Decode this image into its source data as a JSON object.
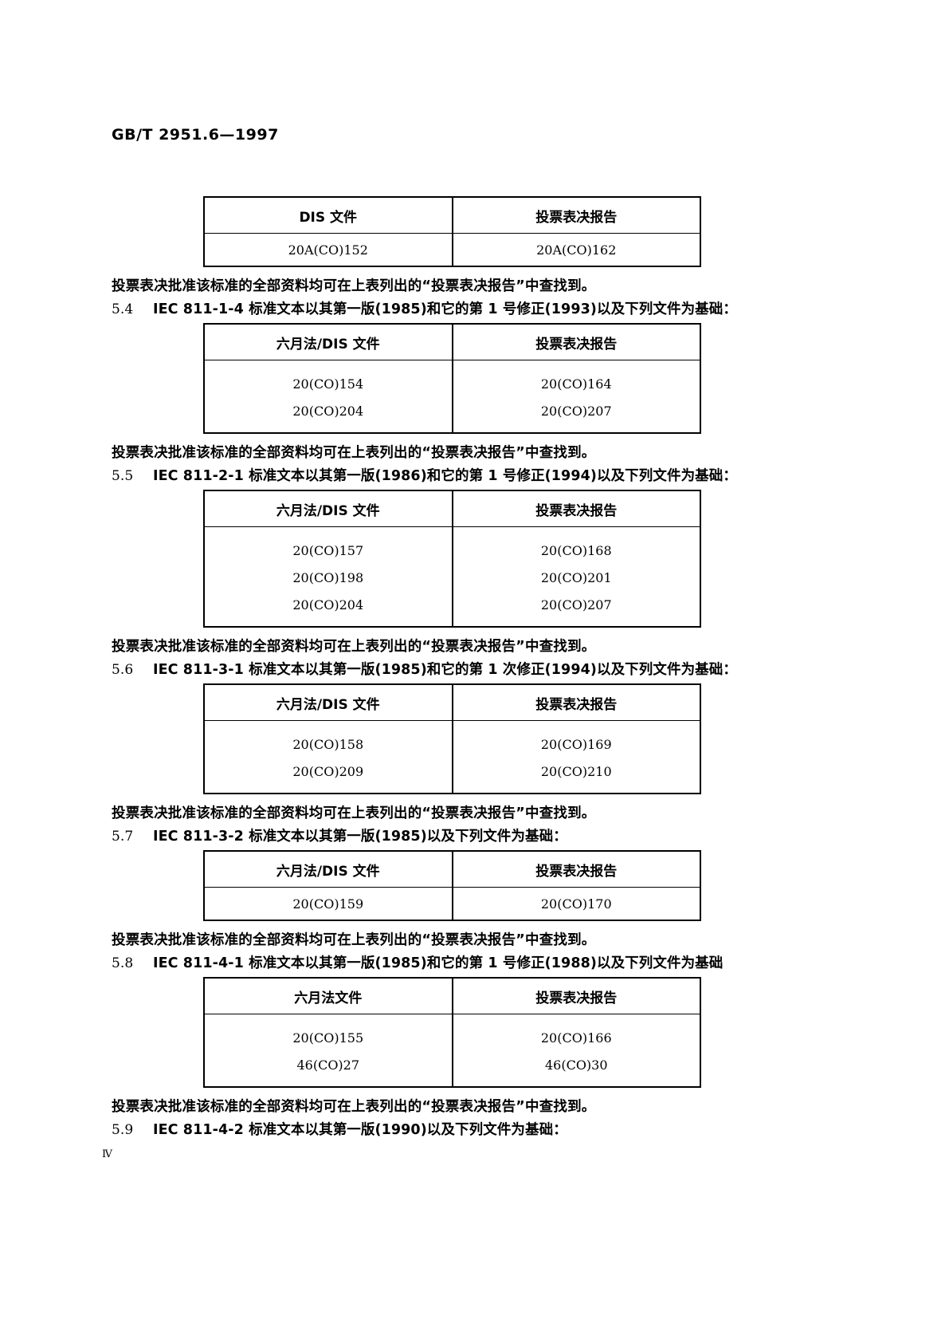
{
  "header": {
    "standard_number": "GB/T 2951.6—1997"
  },
  "footer": {
    "page_number": "Ⅳ"
  },
  "note_text": "投票表决批准该标准的全部资料均可在上表列出的“投票表决报告”中查找到。",
  "blocks": [
    {
      "table": {
        "headers": [
          "DIS 文件",
          "投票表决报告"
        ],
        "rows": [
          [
            "20A(CO)152",
            "20A(CO)162"
          ]
        ],
        "compact": true
      },
      "note": "投票表决批准该标准的全部资料均可在上表列出的“投票表决报告”中查找到。",
      "clause": {
        "number": "5.4",
        "text": "IEC 811-1-4 标准文本以其第一版(1985)和它的第 1 号修正(1993)以及下列文件为基础："
      }
    },
    {
      "table": {
        "headers": [
          "六月法/DIS 文件",
          "投票表决报告"
        ],
        "rows": [
          [
            "20(CO)154",
            "20(CO)164"
          ],
          [
            "20(CO)204",
            "20(CO)207"
          ]
        ],
        "compact": false
      },
      "note": "投票表决批准该标准的全部资料均可在上表列出的“投票表决报告”中查找到。",
      "clause": {
        "number": "5.5",
        "text": "IEC 811-2-1 标准文本以其第一版(1986)和它的第 1 号修正(1994)以及下列文件为基础："
      }
    },
    {
      "table": {
        "headers": [
          "六月法/DIS 文件",
          "投票表决报告"
        ],
        "rows": [
          [
            "20(CO)157",
            "20(CO)168"
          ],
          [
            "20(CO)198",
            "20(CO)201"
          ],
          [
            "20(CO)204",
            "20(CO)207"
          ]
        ],
        "compact": false
      },
      "note": "投票表决批准该标准的全部资料均可在上表列出的“投票表决报告”中查找到。",
      "clause": {
        "number": "5.6",
        "text": "IEC 811-3-1 标准文本以其第一版(1985)和它的第 1 次修正(1994)以及下列文件为基础："
      }
    },
    {
      "table": {
        "headers": [
          "六月法/DIS 文件",
          "投票表决报告"
        ],
        "rows": [
          [
            "20(CO)158",
            "20(CO)169"
          ],
          [
            "20(CO)209",
            "20(CO)210"
          ]
        ],
        "compact": false
      },
      "note": "投票表决批准该标准的全部资料均可在上表列出的“投票表决报告”中查找到。",
      "clause": {
        "number": "5.7",
        "text": "IEC 811-3-2 标准文本以其第一版(1985)以及下列文件为基础："
      }
    },
    {
      "table": {
        "headers": [
          "六月法/DIS 文件",
          "投票表决报告"
        ],
        "rows": [
          [
            "20(CO)159",
            "20(CO)170"
          ]
        ],
        "compact": true
      },
      "note": "投票表决批准该标准的全部资料均可在上表列出的“投票表决报告”中查找到。",
      "clause": {
        "number": "5.8",
        "text": "IEC 811-4-1 标准文本以其第一版(1985)和它的第 1 号修正(1988)以及下列文件为基础"
      }
    },
    {
      "table": {
        "headers": [
          "六月法文件",
          "投票表决报告"
        ],
        "rows": [
          [
            "20(CO)155",
            "20(CO)166"
          ],
          [
            "46(CO)27",
            "46(CO)30"
          ]
        ],
        "compact": false
      },
      "note": "投票表决批准该标准的全部资料均可在上表列出的“投票表决报告”中查找到。",
      "clause": {
        "number": "5.9",
        "text": "IEC 811-4-2 标准文本以其第一版(1990)以及下列文件为基础："
      }
    }
  ]
}
